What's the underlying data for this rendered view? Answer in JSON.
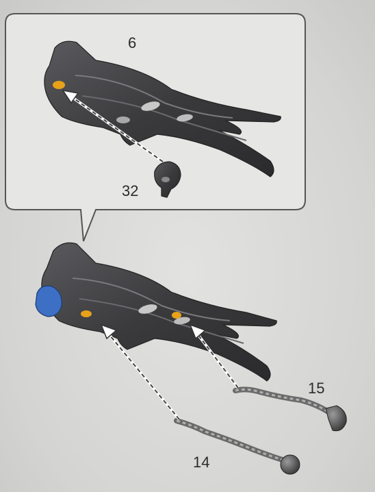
{
  "callout": {
    "main_part_label": "6",
    "sub_part_label": "32"
  },
  "assembly": {
    "chain_a_label": "15",
    "chain_b_label": "14"
  },
  "colors": {
    "part_body": "#3a3a3c",
    "highlight_orange": "#e8a21a",
    "highlight_blue": "#3d6fc4",
    "callout_bg": "#e6e6e4",
    "callout_border": "#555555"
  }
}
